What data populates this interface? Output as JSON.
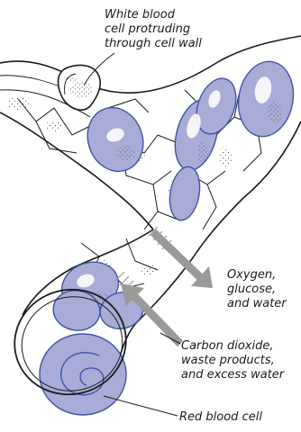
{
  "labels": {
    "white_blood_cell": [
      "White blood",
      "cell protruding",
      "through cell wall"
    ],
    "outgoing": [
      "Oxygen,",
      "glucose,",
      "and water"
    ],
    "incoming": [
      "Carbon dioxide,",
      "waste products,",
      "and excess water"
    ],
    "red_blood_cell": "Red blood cell"
  },
  "colors": {
    "cell_fill": "#a9acd6",
    "cell_edge": "#3e55a6",
    "arrow": "#9a9a9a",
    "line": "#1a1a1a"
  }
}
